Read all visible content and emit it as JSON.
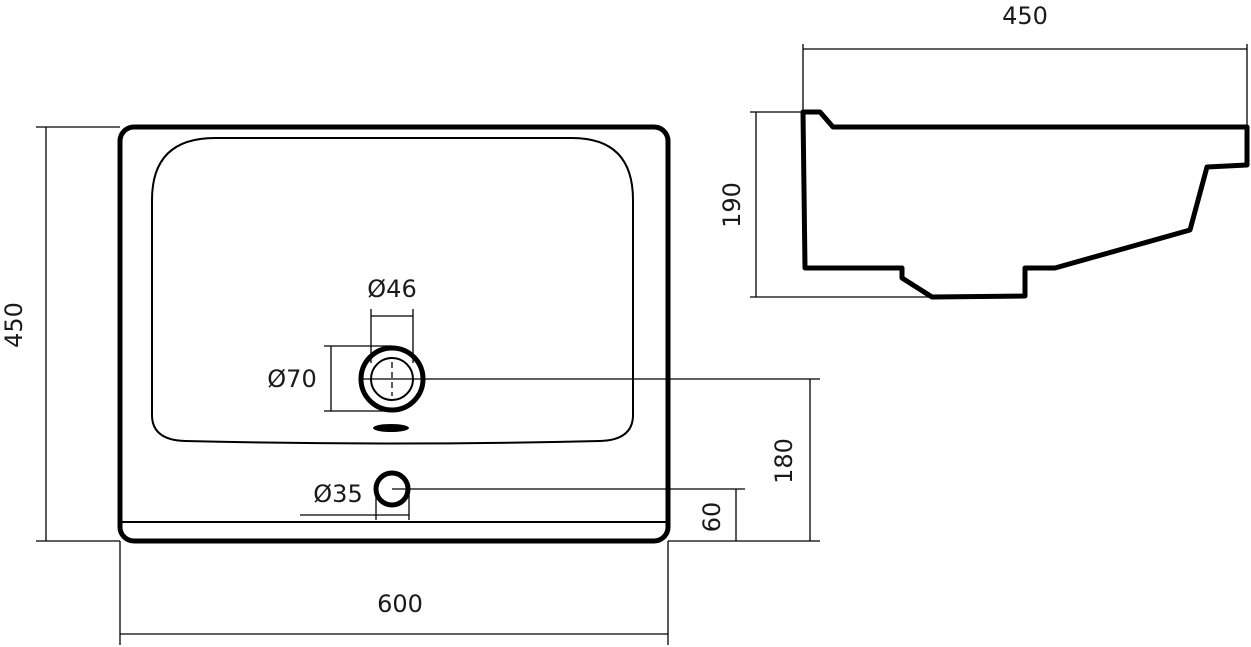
{
  "dimensions": {
    "top_width": "450",
    "side_height": "190",
    "plan_depth": "450",
    "plan_width": "600",
    "overflow_hole": "Ø46",
    "drain_hole": "Ø70",
    "tap_hole": "Ø35",
    "drain_offset": "180",
    "tap_offset": "60"
  }
}
